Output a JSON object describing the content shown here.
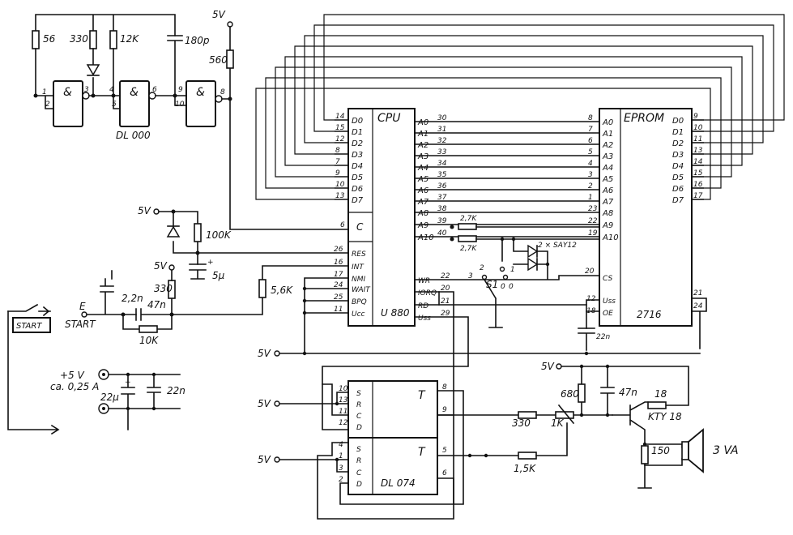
{
  "gates": {
    "labels": [
      "&",
      "&",
      "&"
    ],
    "ic": "DL 000",
    "pins": [
      "1",
      "2",
      "3",
      "4",
      "5",
      "6",
      "9",
      "10",
      "8"
    ]
  },
  "top_parts": {
    "r56": "56",
    "r330": "330",
    "r12k": "12K",
    "c180": "180p",
    "r560": "560",
    "vcc": "5V"
  },
  "cpu": {
    "title": "CPU",
    "ic": "U 880",
    "c_label": "C",
    "c_pin": "6",
    "d_labels": [
      "D0",
      "D1",
      "D2",
      "D3",
      "D4",
      "D5",
      "D6",
      "D7"
    ],
    "d_pins": [
      "14",
      "15",
      "12",
      "8",
      "7",
      "9",
      "10",
      "13"
    ],
    "a_labels": [
      "A0",
      "A1",
      "A2",
      "A3",
      "A4",
      "A5",
      "A6",
      "A7",
      "A8",
      "A9",
      "A10"
    ],
    "a_pins": [
      "30",
      "31",
      "32",
      "33",
      "34",
      "35",
      "36",
      "37",
      "38",
      "39",
      "40"
    ],
    "ctl_labels": [
      "RES",
      "INT",
      "NMI",
      "WAIT",
      "BPQ",
      "Ucc"
    ],
    "ctl_pins": [
      "26",
      "16",
      "17",
      "24",
      "25",
      "11"
    ],
    "r_labels": [
      "WR",
      "IORQ",
      "RD",
      "Uss"
    ],
    "r_pins": [
      "22",
      "20",
      "21",
      "29"
    ]
  },
  "eprom": {
    "title": "EPROM",
    "ic": "2716",
    "a_labels": [
      "A0",
      "A1",
      "A2",
      "A3",
      "A4",
      "A5",
      "A6",
      "A7",
      "A8",
      "A9",
      "A10"
    ],
    "a_pins": [
      "8",
      "7",
      "6",
      "5",
      "4",
      "3",
      "2",
      "1",
      "23",
      "22",
      "19"
    ],
    "d_labels": [
      "D0",
      "D1",
      "D2",
      "D3",
      "D4",
      "D5",
      "D6",
      "D7"
    ],
    "d_pins": [
      "9",
      "10",
      "11",
      "13",
      "14",
      "15",
      "16",
      "17"
    ],
    "cs": "CS",
    "cs_pin": "20",
    "uss": "Uss",
    "uss_pin": "12",
    "oe": "OE",
    "oe_pin": "18",
    "right_pins": [
      "21",
      "24"
    ]
  },
  "addr_net": {
    "r1": "2,7K",
    "r2": "2,7K",
    "diode": "2 × SAY12",
    "switch": "S1",
    "sw_pins": [
      "3",
      "2",
      "1"
    ],
    "sw_zero": [
      "0",
      "0"
    ]
  },
  "reset": {
    "vcc": "5V",
    "r": "100K",
    "c": "5µ"
  },
  "start": {
    "button": "START",
    "label": "START",
    "pin": "E",
    "vcc": "5V",
    "c1": "2,2n",
    "c2": "47n",
    "r1": "330",
    "r2": "10K",
    "r3": "5,6K"
  },
  "power": {
    "text1": "+5 V",
    "text2": "ca. 0,25 A",
    "c1": "22µ",
    "c2": "22n"
  },
  "bus_5v": "5V",
  "oe_cap": "22n",
  "ff": {
    "ic": "DL 074",
    "t": "T",
    "a_labels": [
      "S",
      "R",
      "C",
      "D"
    ],
    "a_pins": [
      "10",
      "13",
      "11",
      "12"
    ],
    "a_out": [
      "8",
      "9"
    ],
    "b_labels": [
      "S",
      "R",
      "C",
      "D"
    ],
    "b_pins": [
      "4",
      "1",
      "3",
      "2"
    ],
    "b_out": [
      "5",
      "6"
    ],
    "vcc": [
      "5V",
      "5V"
    ]
  },
  "audio": {
    "vcc": "5V",
    "r680": "680",
    "c47": "47n",
    "r18": "18",
    "r330": "330",
    "pot": "1K",
    "r15k": "1,5K",
    "transistor": "KTY 18",
    "r150": "150",
    "speaker": "3 VA"
  }
}
